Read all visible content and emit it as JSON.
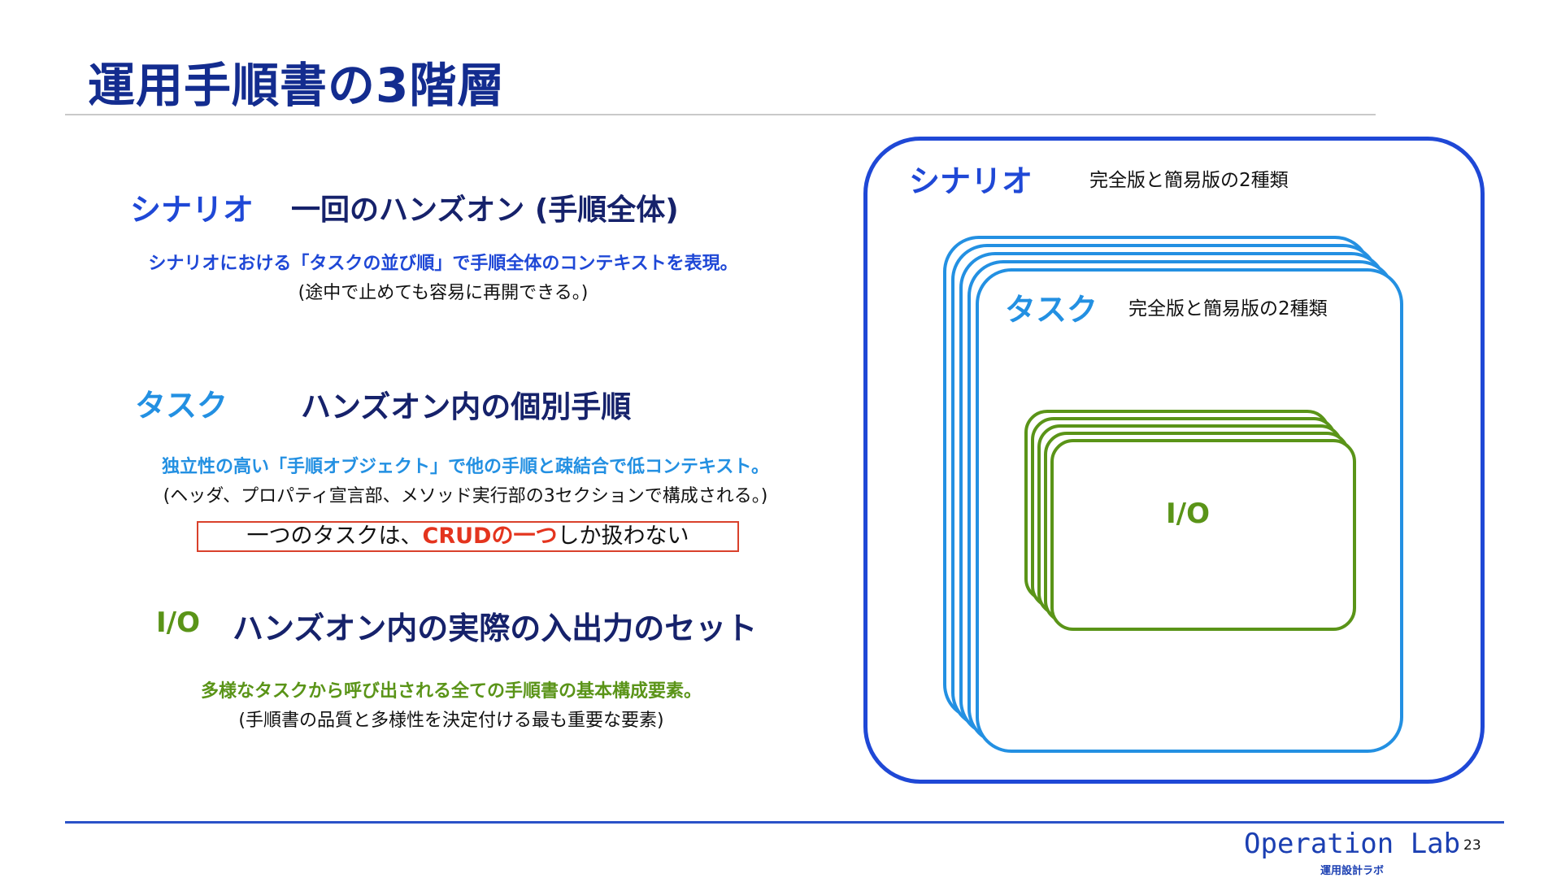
{
  "slide": {
    "title": "運用手順書の3階層",
    "page_number": "23"
  },
  "left": {
    "scenario": {
      "term": "シナリオ",
      "heading": "一回のハンズオン (手順全体)",
      "desc_bold": "シナリオにおける「タスクの並び順」で手順全体のコンテキストを表現。",
      "desc": "(途中で止めても容易に再開できる。)"
    },
    "task": {
      "term": "タスク",
      "heading": "ハンズオン内の個別手順",
      "desc_bold": "独立性の高い「手順オブジェクト」で他の手順と疎結合で低コンテキスト。",
      "desc": "(ヘッダ、プロパティ宣言部、メソッド実行部の3セクションで構成される。)",
      "callout_pre": "一つのタスクは、",
      "callout_highlight": "CRUDの一つ",
      "callout_post": "しか扱わない"
    },
    "io": {
      "term": "I/O",
      "heading": "ハンズオン内の実際の入出力のセット",
      "desc_bold": "多様なタスクから呼び出される全ての手順書の基本構成要素。",
      "desc": "(手順書の品質と多様性を決定付ける最も重要な要素)"
    }
  },
  "diagram": {
    "scenario_label": "シナリオ",
    "scenario_sub": "完全版と簡易版の2種類",
    "task_label": "タスク",
    "task_sub": "完全版と簡易版の2種類",
    "io_label": "I/O"
  },
  "footer": {
    "brand": "Operation Lab",
    "brand_sub": "運用設計ラボ"
  },
  "colors": {
    "title": "#132c8f",
    "scenario": "#1f48d6",
    "task": "#2390e2",
    "io": "#5a9418",
    "highlight": "#e4341e"
  }
}
